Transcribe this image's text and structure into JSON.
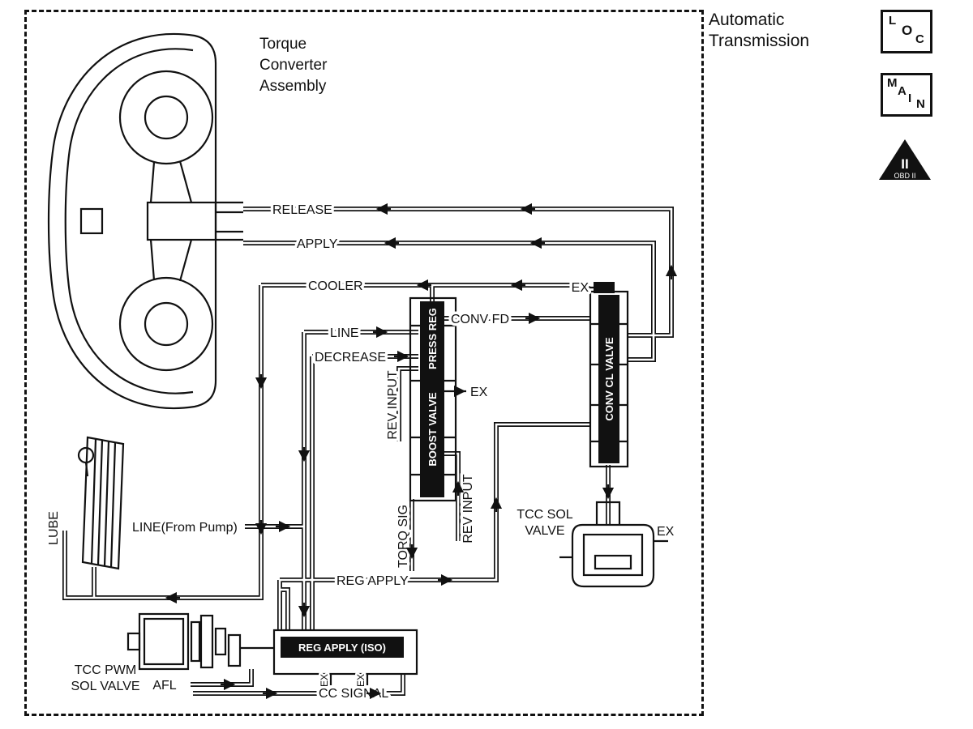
{
  "legend": {
    "title1": "Automatic",
    "title2": "Transmission",
    "loc": {
      "l": "L",
      "o": "O",
      "c": "C"
    },
    "main": {
      "m": "M",
      "a": "A",
      "i": "I",
      "n": "N"
    },
    "obd": {
      "numeral": "II",
      "label": "OBD II"
    }
  },
  "labels": {
    "torque1": "Torque",
    "torque2": "Converter",
    "torque3": "Assembly",
    "release": "RELEASE",
    "apply": "APPLY",
    "cooler": "COOLER",
    "line": "LINE",
    "decrease": "DECREASE",
    "conv_fd": "CONV FD",
    "rev_input_upper": "REV INPUT",
    "rev_input_lower": "REV INPUT",
    "torq_sig": "TORQ SIG",
    "press_reg": "PRESS REG",
    "boost_valve": "BOOST VALVE",
    "conv_cl_valve": "CONV CL VALVE",
    "tcc_sol_1": "TCC SOL",
    "tcc_sol_2": "VALVE",
    "ex_top": "EX",
    "ex_mid": "EX",
    "ex_right": "EX",
    "ex_b1": "EX",
    "ex_b2": "EX",
    "lube": "LUBE",
    "line_from_pump": "LINE(From Pump)",
    "reg_apply": "REG APPLY",
    "reg_apply_iso": "REG APPLY (ISO)",
    "cc_signal": "CC SIGNAL",
    "afl": "AFL",
    "tcc_pwm_1": "TCC PWM",
    "tcc_pwm_2": "SOL VALVE"
  },
  "colors": {
    "ink": "#111111",
    "valve_fill": "#111111",
    "valve_text": "#ffffff"
  }
}
